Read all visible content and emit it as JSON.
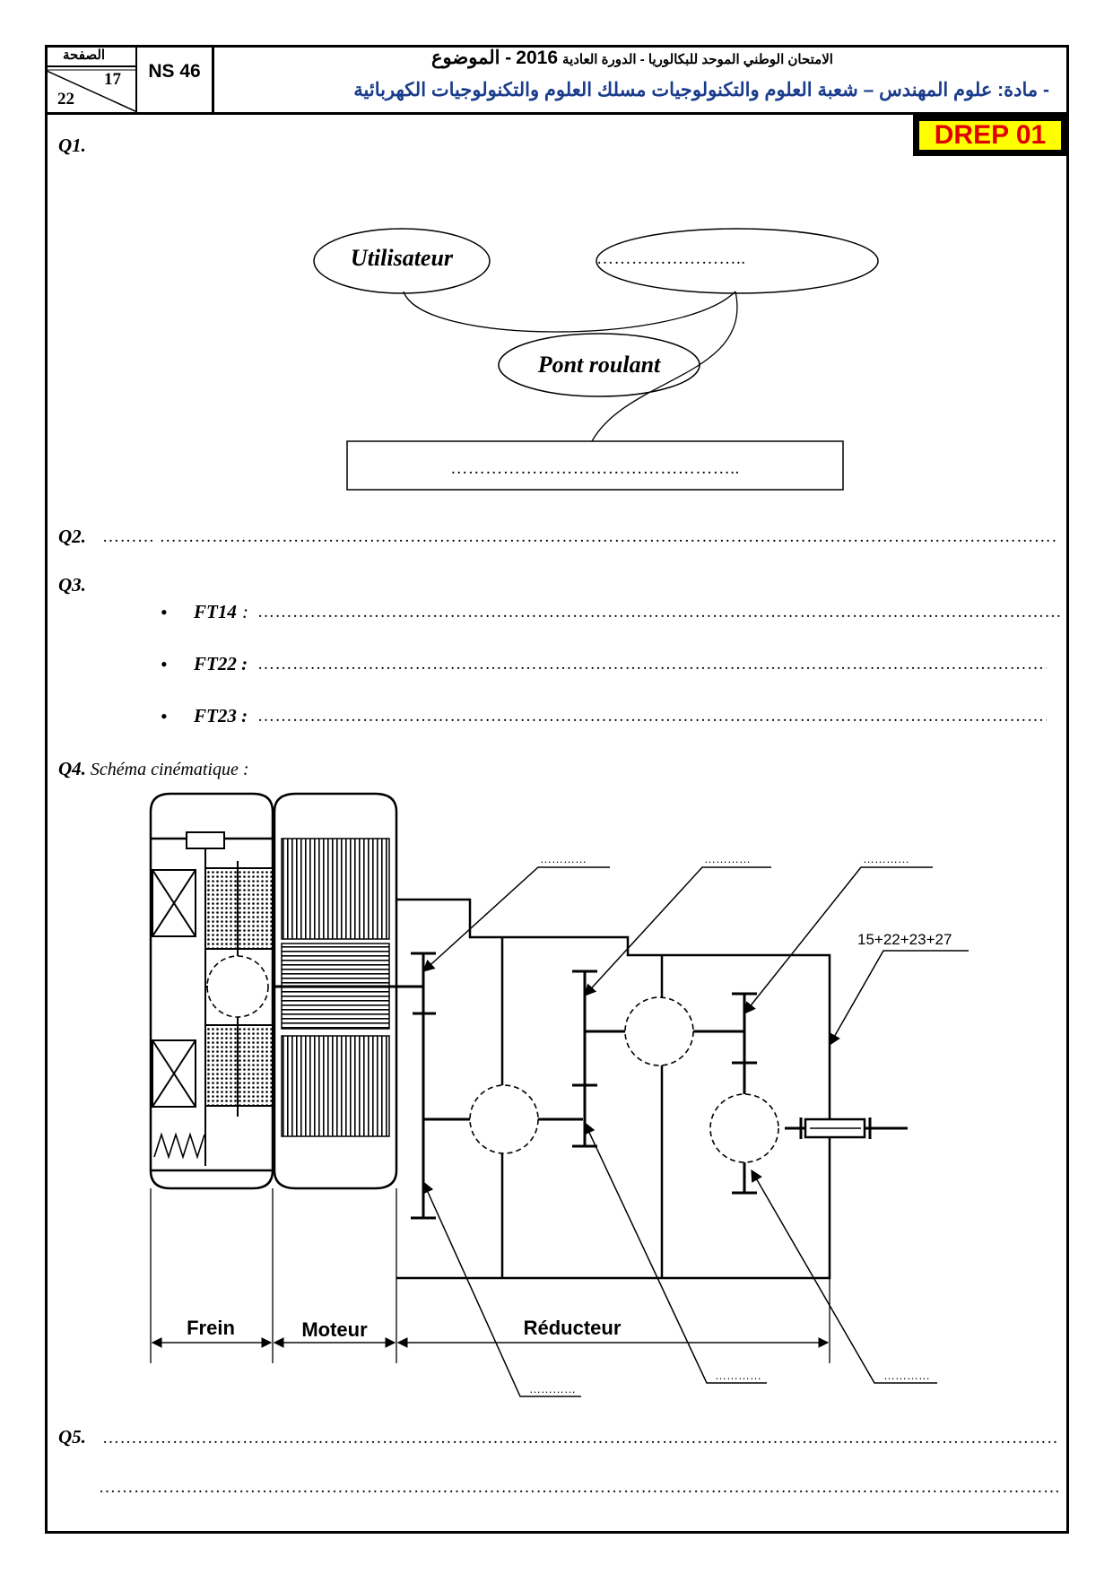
{
  "header": {
    "page_label": "الصفحة",
    "page_current": "17",
    "page_total": "22",
    "code": "NS 46",
    "exam_title_prefix": "الامتحان الوطني الموحد للبكالوريا - الدورة العادية",
    "year": "2016",
    "subject_word": "- الموضوع",
    "subject_line": "- مادة: علوم المهندس – شعبة العلوم والتكنولوجيات مسلك العلوم والتكنولوجيات الكهربائية",
    "doc_tag": "DREP 01"
  },
  "q1": {
    "label": "Q1.",
    "bubble_user": "Utilisateur",
    "bubble_other": "……………………..",
    "bubble_product": "Pont roulant",
    "function_box": "………………………………………….."
  },
  "q2": {
    "label": "Q2.",
    "dots": "……… ……………………………………………………………………………………………………………………………………………………………………"
  },
  "q3": {
    "label": "Q3.",
    "items": [
      {
        "name": "FT14",
        "sep": " :",
        "dots": " ………………………………………………………………………………………………………………………………"
      },
      {
        "name": "FT22 :",
        "sep": "",
        "dots": "…………………………………………………………………………………………………………………………"
      },
      {
        "name": "FT23 :",
        "sep": "",
        "dots": "…………………………………………………………………………………………………………………………"
      }
    ]
  },
  "q4": {
    "label": "Q4.",
    "title": " Schéma cinématique :",
    "blank": "…………",
    "ref_label": "15+22+23+27",
    "sections": {
      "frein": "Frein",
      "moteur": "Moteur",
      "reducteur": "Réducteur"
    }
  },
  "q5": {
    "label": "Q5.",
    "dots1": "……………………………………………………………………………………………………………………………………………………………",
    "dots2": "………………………………………………………………………………………………………………………………………………………………"
  }
}
